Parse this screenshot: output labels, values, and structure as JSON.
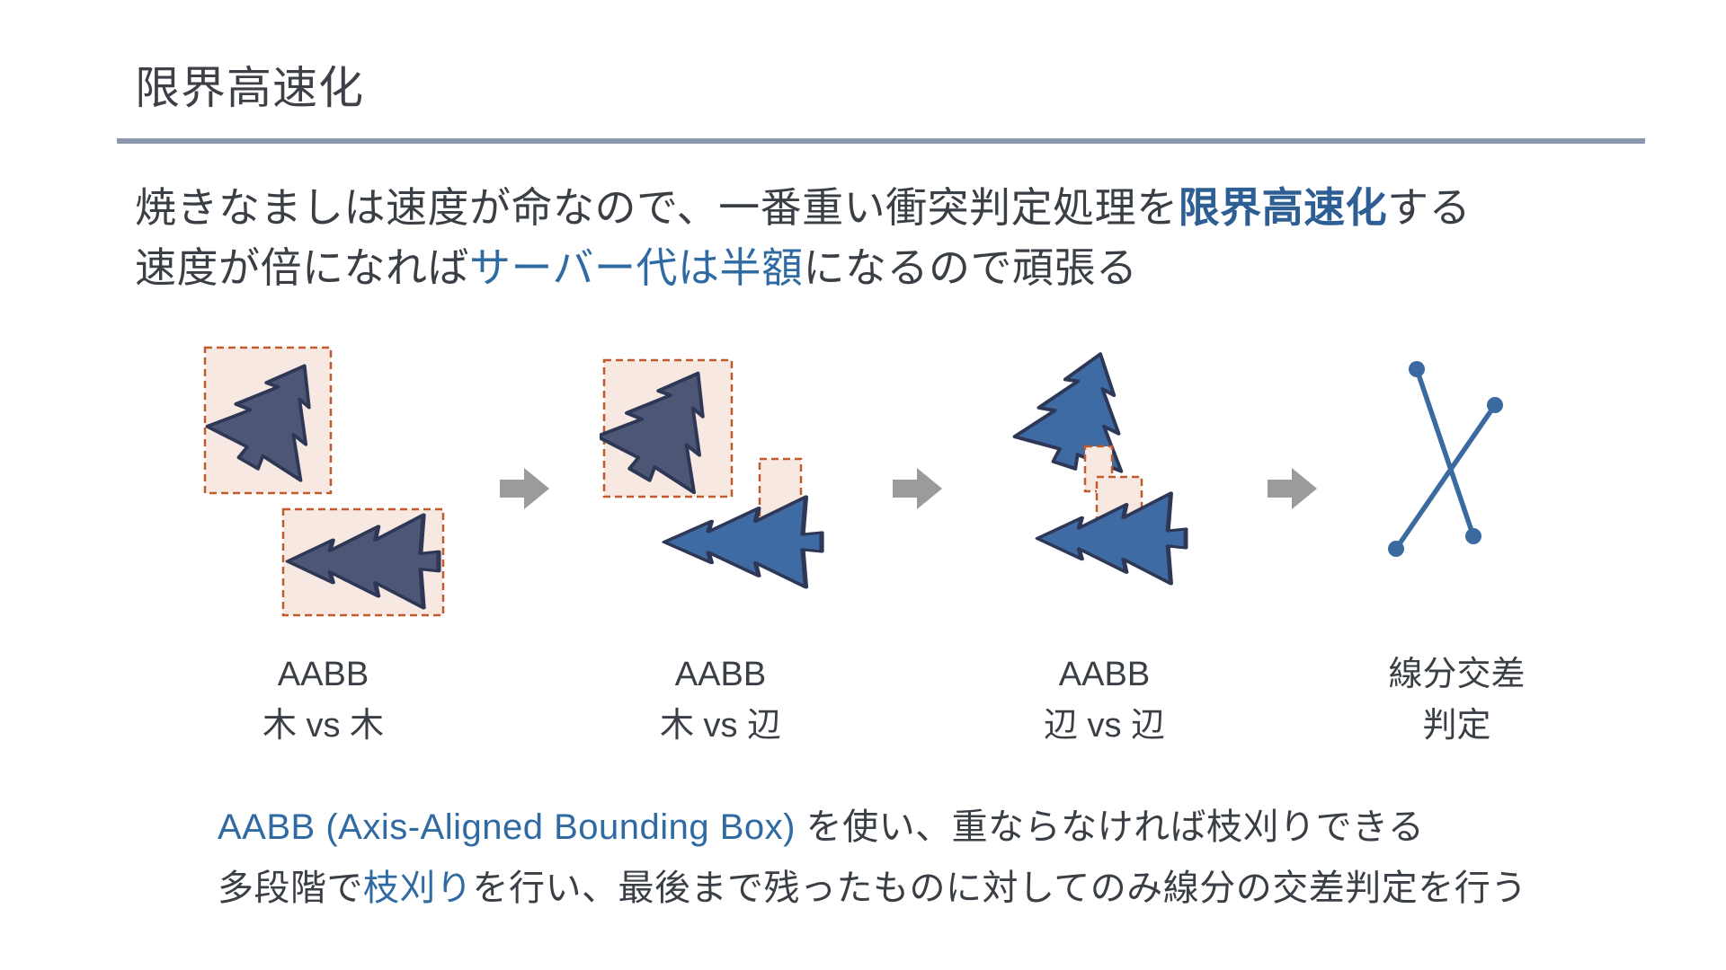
{
  "slide": {
    "title": "限界高速化",
    "paragraph": {
      "line1_pre": "焼きなましは速度が命なので、一番重い衝突判定処理を",
      "line1_emphasis": "限界高速化",
      "line1_post": "する",
      "line2_pre": "速度が倍になれば",
      "line2_highlight": "サーバー代は半額",
      "line2_post": "になるので頑張る"
    },
    "stages": [
      {
        "label1": "AABB",
        "label2": "木 vs 木"
      },
      {
        "label1": "AABB",
        "label2": "木 vs 辺"
      },
      {
        "label1": "AABB",
        "label2": "辺 vs 辺"
      },
      {
        "label1": "線分交差",
        "label2": "判定"
      }
    ],
    "footer": {
      "line1_highlight": "AABB (Axis-Aligned Bounding Box)",
      "line1_rest": " を使い、重ならなければ枝刈りできる",
      "line2_pre": "多段階で",
      "line2_highlight": "枝刈り",
      "line2_post": "を行い、最後まで残ったものに対してのみ線分の交差判定を行う"
    },
    "colors": {
      "emphasis_blue": "#2d5f94",
      "highlight_blue": "#2f6aa3",
      "rule_gray": "#8c99ad",
      "arrow_gray": "#9b9b9b",
      "aabb_fill": "#f7e9e1",
      "aabb_border": "#bf5b2d",
      "tree_dark": "#4d5674",
      "tree_blue": "#3f6ba4",
      "tree_outline": "#2e3856",
      "segment_blue": "#3a6aa0"
    }
  }
}
